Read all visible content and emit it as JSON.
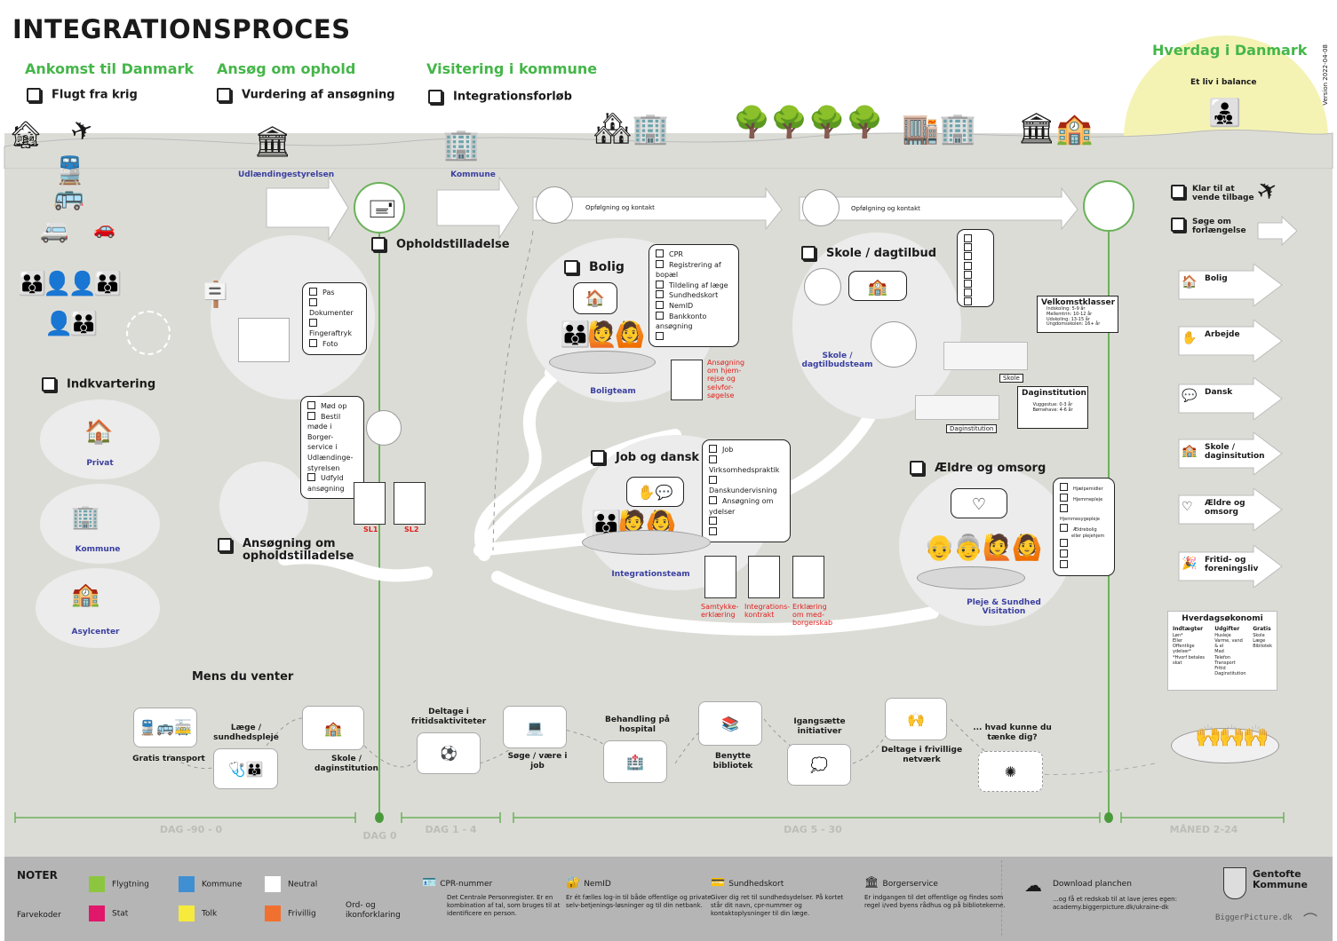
{
  "title": "INTEGRATIONSPROCES",
  "version": "Version 2022-04-08",
  "phases": [
    {
      "title": "Ankomst til Danmark",
      "checkbox": "Flugt fra krig"
    },
    {
      "title": "Ansøg om ophold",
      "checkbox": "Vurdering af ansøgning"
    },
    {
      "title": "Visitering i kommune",
      "checkbox": "Integrationsforløb"
    },
    {
      "title": "Hverdag i Danmark",
      "subtitle": "Et liv i balance"
    }
  ],
  "places": {
    "udl": "Udlændingestyrelsen",
    "kommune": "Kommune"
  },
  "followup": [
    "Opfølgning og kontakt",
    "Opfølgning og kontakt"
  ],
  "housing": {
    "title": "Indkvartering",
    "options": [
      "Privat",
      "Kommune",
      "Asylcenter"
    ]
  },
  "application": {
    "docs_list": [
      "Pas",
      "Dokumenter",
      "Fingeraftryk",
      "Foto"
    ],
    "steps_list": [
      "Mød op",
      "Bestil møde i Borger-service i Udlændinge-styrelsen",
      "Udfyld ansøgning"
    ],
    "forms": [
      "SL1",
      "SL2"
    ],
    "title": "Ansøgning om opholdstilladelse",
    "permit": "Opholdstilladelse",
    "waiting": "Mens du venter"
  },
  "bolig": {
    "title": "Bolig",
    "team": "Boligteam",
    "list": [
      "CPR",
      "Registrering af bopæl",
      "Tildeling af læge",
      "Sundhedskort",
      "NemID",
      "Bankkonto ansøgning",
      ""
    ],
    "doc": "Ansøgning om hjem-rejse og selvfor-søgelse"
  },
  "job": {
    "title": "Job og dansk",
    "team": "Integrationsteam",
    "list": [
      "Job",
      "Virksomhedspraktik",
      "Danskundervisning",
      "Ansøgning om ydelser",
      "",
      ""
    ],
    "docs": [
      "Samtykke-erklæring",
      "Integrations-kontrakt",
      "Erklæring om med-borgerskab"
    ]
  },
  "skole": {
    "title": "Skole / dagtilbud",
    "team": "Skole / dagtilbudsteam",
    "velkomst": {
      "title": "Velkomstklasser",
      "lines": [
        "Indskoling: 5-9 år",
        "Mellemtrin: 10-12 år",
        "Udskoling: 13-15 år",
        "Ungdomsskolen: 16+ år"
      ]
    },
    "skole_label": "Skole",
    "dag": {
      "title": "Daginstitution",
      "lines": [
        "Vuggestue: 0-3 år",
        "Børnehave: 4-6 år"
      ]
    },
    "dag_label": "Daginstitution"
  },
  "aeldre": {
    "title": "Ældre og omsorg",
    "team": "Pleje & Sundhed Visitation",
    "list": [
      "Hjælpemidler",
      "Hjemmepleje",
      "Hjemmesygepleje",
      "Ældrebolig",
      "",
      "",
      ""
    ],
    "list_note": "eller plejehjem"
  },
  "right": {
    "checks": [
      "Klar til at vende tilbage",
      "Søge om forlængelse"
    ],
    "arrows": [
      "Bolig",
      "Arbejde",
      "Dansk",
      "Skole / daginsitution",
      "Ældre og omsorg",
      "Fritid- og foreningsliv"
    ],
    "economy": {
      "title": "Hverdagsøkonomi",
      "cols": [
        {
          "head": "Indtægter",
          "items": [
            "Løn*",
            "Eller",
            "Offentlige ydelser*",
            "*Hvorf betales skat"
          ]
        },
        {
          "head": "Udgifter",
          "items": [
            "Husleje",
            "Varme, vand & el",
            "Mad",
            "Telefon",
            "Transport",
            "Fritid",
            "Daginstitution"
          ]
        },
        {
          "head": "Gratis",
          "items": [
            "Skole",
            "Læge",
            "Bibliotek"
          ]
        }
      ]
    }
  },
  "activities": [
    "Gratis transport",
    "Læge / sundhedspleje",
    "Skole / daginstitution",
    "Deltage i fritidsaktiviteter",
    "Søge / være i job",
    "Behandling på hospital",
    "Benytte bibliotek",
    "Igangsætte initiativer",
    "Deltage i frivillige netværk",
    "... hvad kunne du tænke dig?"
  ],
  "timeline": [
    "DAG -90 - 0",
    "DAG 0",
    "DAG 1 - 4",
    "DAG 5 - 30",
    "MÅNED 2-24"
  ],
  "notes": {
    "title": "NOTER",
    "colors_label": "Farvekoder",
    "colors": [
      {
        "name": "Flygtning",
        "hex": "#8cc63f"
      },
      {
        "name": "Kommune",
        "hex": "#3f8fd2"
      },
      {
        "name": "Neutral",
        "hex": "#ffffff"
      },
      {
        "name": "Stat",
        "hex": "#e0176b"
      },
      {
        "name": "Tolk",
        "hex": "#f6eb3c"
      },
      {
        "name": "Frivillig",
        "hex": "#f07030"
      }
    ],
    "glossary_label": "Ord- og ikonforklaring",
    "glossary": [
      {
        "term": "CPR-nummer",
        "desc": "Det Centrale Personregister. Er en kombination af tal, som bruges til at identificere en person."
      },
      {
        "term": "NemID",
        "desc": "Er ét fælles log-in til både offentlige og private selv-betjenings-løsninger og til din netbank."
      },
      {
        "term": "Sundhedskort",
        "desc": "Giver dig ret til sundhedsydelser. På kortet står dit navn, cpr-nummer og kontaktoplysninger til din læge."
      },
      {
        "term": "Borgerservice",
        "desc": "Er indgangen til det offentlige og findes som regel i/ved byens rådhus og på bibliotekerne."
      }
    ],
    "download": {
      "title": "Download planchen",
      "desc": "...og få et redskab til at lave jeres egen: academy.biggerpicture.dk/ukraine-dk"
    },
    "logo": "Gentofte Kommune",
    "brand": "BiggerPicture.dk"
  },
  "colors": {
    "green": "#45b649",
    "land": "#dcdcd7",
    "circle": "#ececec",
    "team": "#3a3fa0",
    "red": "#e0201c",
    "sun": "#f4f3b4"
  }
}
